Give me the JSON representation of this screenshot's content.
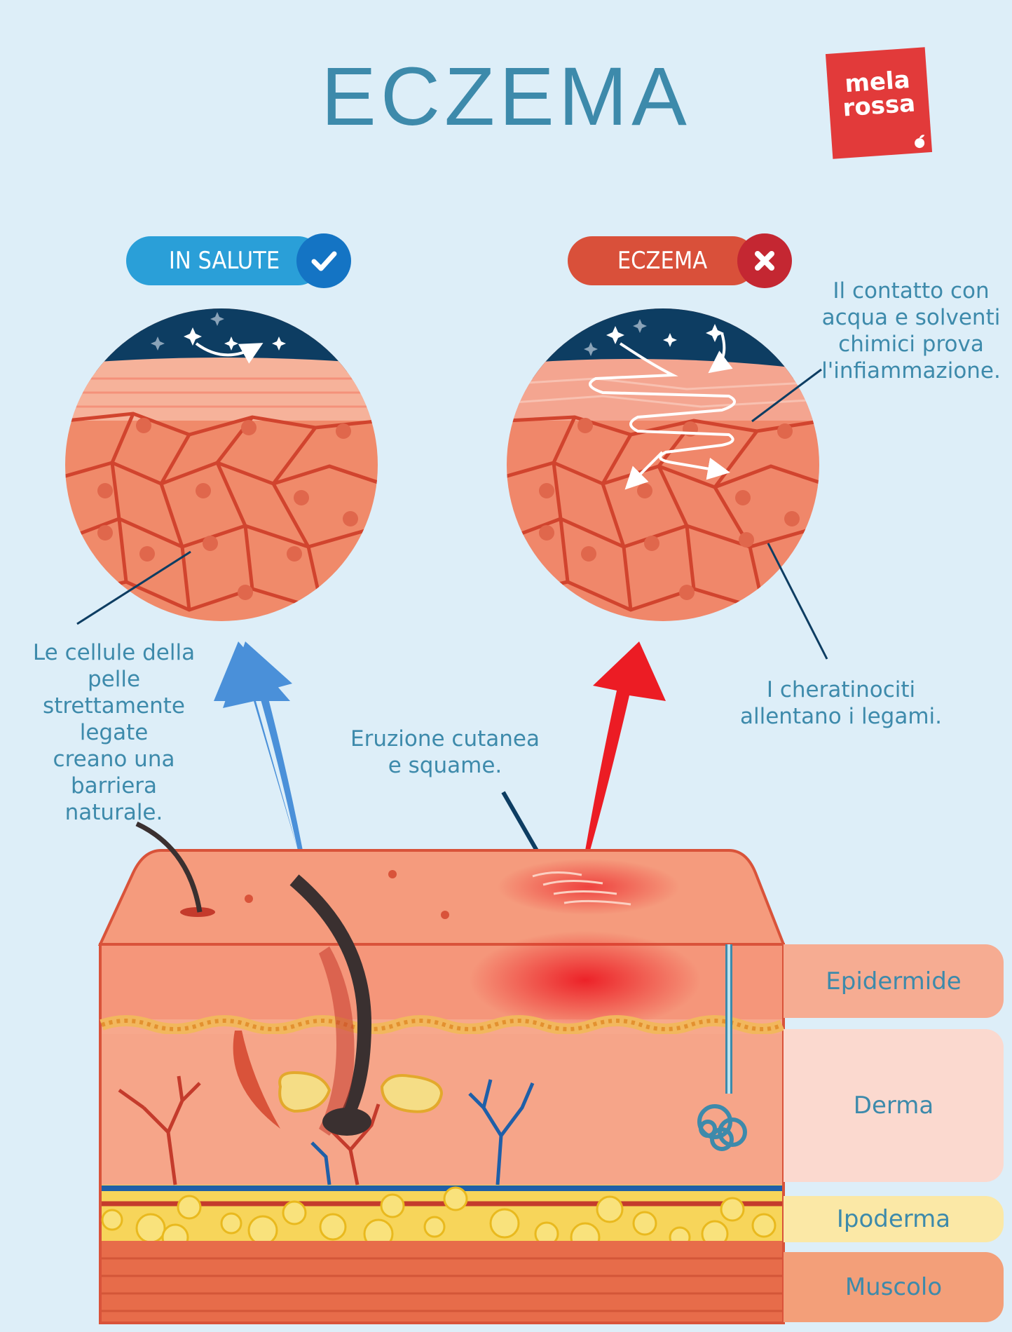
{
  "title": "ECZEMA",
  "logo": {
    "line1": "mela",
    "line2": "rossa"
  },
  "badges": {
    "healthy": {
      "label": "IN SALUTE",
      "icon": "check-icon",
      "color": "#2a9fd8"
    },
    "eczema": {
      "label": "ECZEMA",
      "icon": "cross-icon",
      "color": "#d9503a"
    }
  },
  "captions": {
    "healthy_cells": [
      "Le cellule della pelle",
      "strettamente legate",
      "creano una barriera",
      "naturale."
    ],
    "contact": [
      "Il contatto con",
      "acqua e solventi",
      "chimici prova",
      "l'infiammazione."
    ],
    "keratinocytes": [
      "I cheratinociti",
      "allentano i legami."
    ],
    "rash": [
      "Eruzione cutanea",
      "e squame."
    ]
  },
  "layers": [
    {
      "label": "Epidermide",
      "color": "#f6ac92"
    },
    {
      "label": "Derma",
      "color": "#fbd9cf"
    },
    {
      "label": "Ipoderma",
      "color": "#fbe8a6"
    },
    {
      "label": "Muscolo",
      "color": "#f39f79"
    }
  ],
  "colors": {
    "background": "#ddeef8",
    "accent_blue": "#3d8aab",
    "arrow_blue": "#4a90d9",
    "arrow_red": "#ec1c24"
  }
}
